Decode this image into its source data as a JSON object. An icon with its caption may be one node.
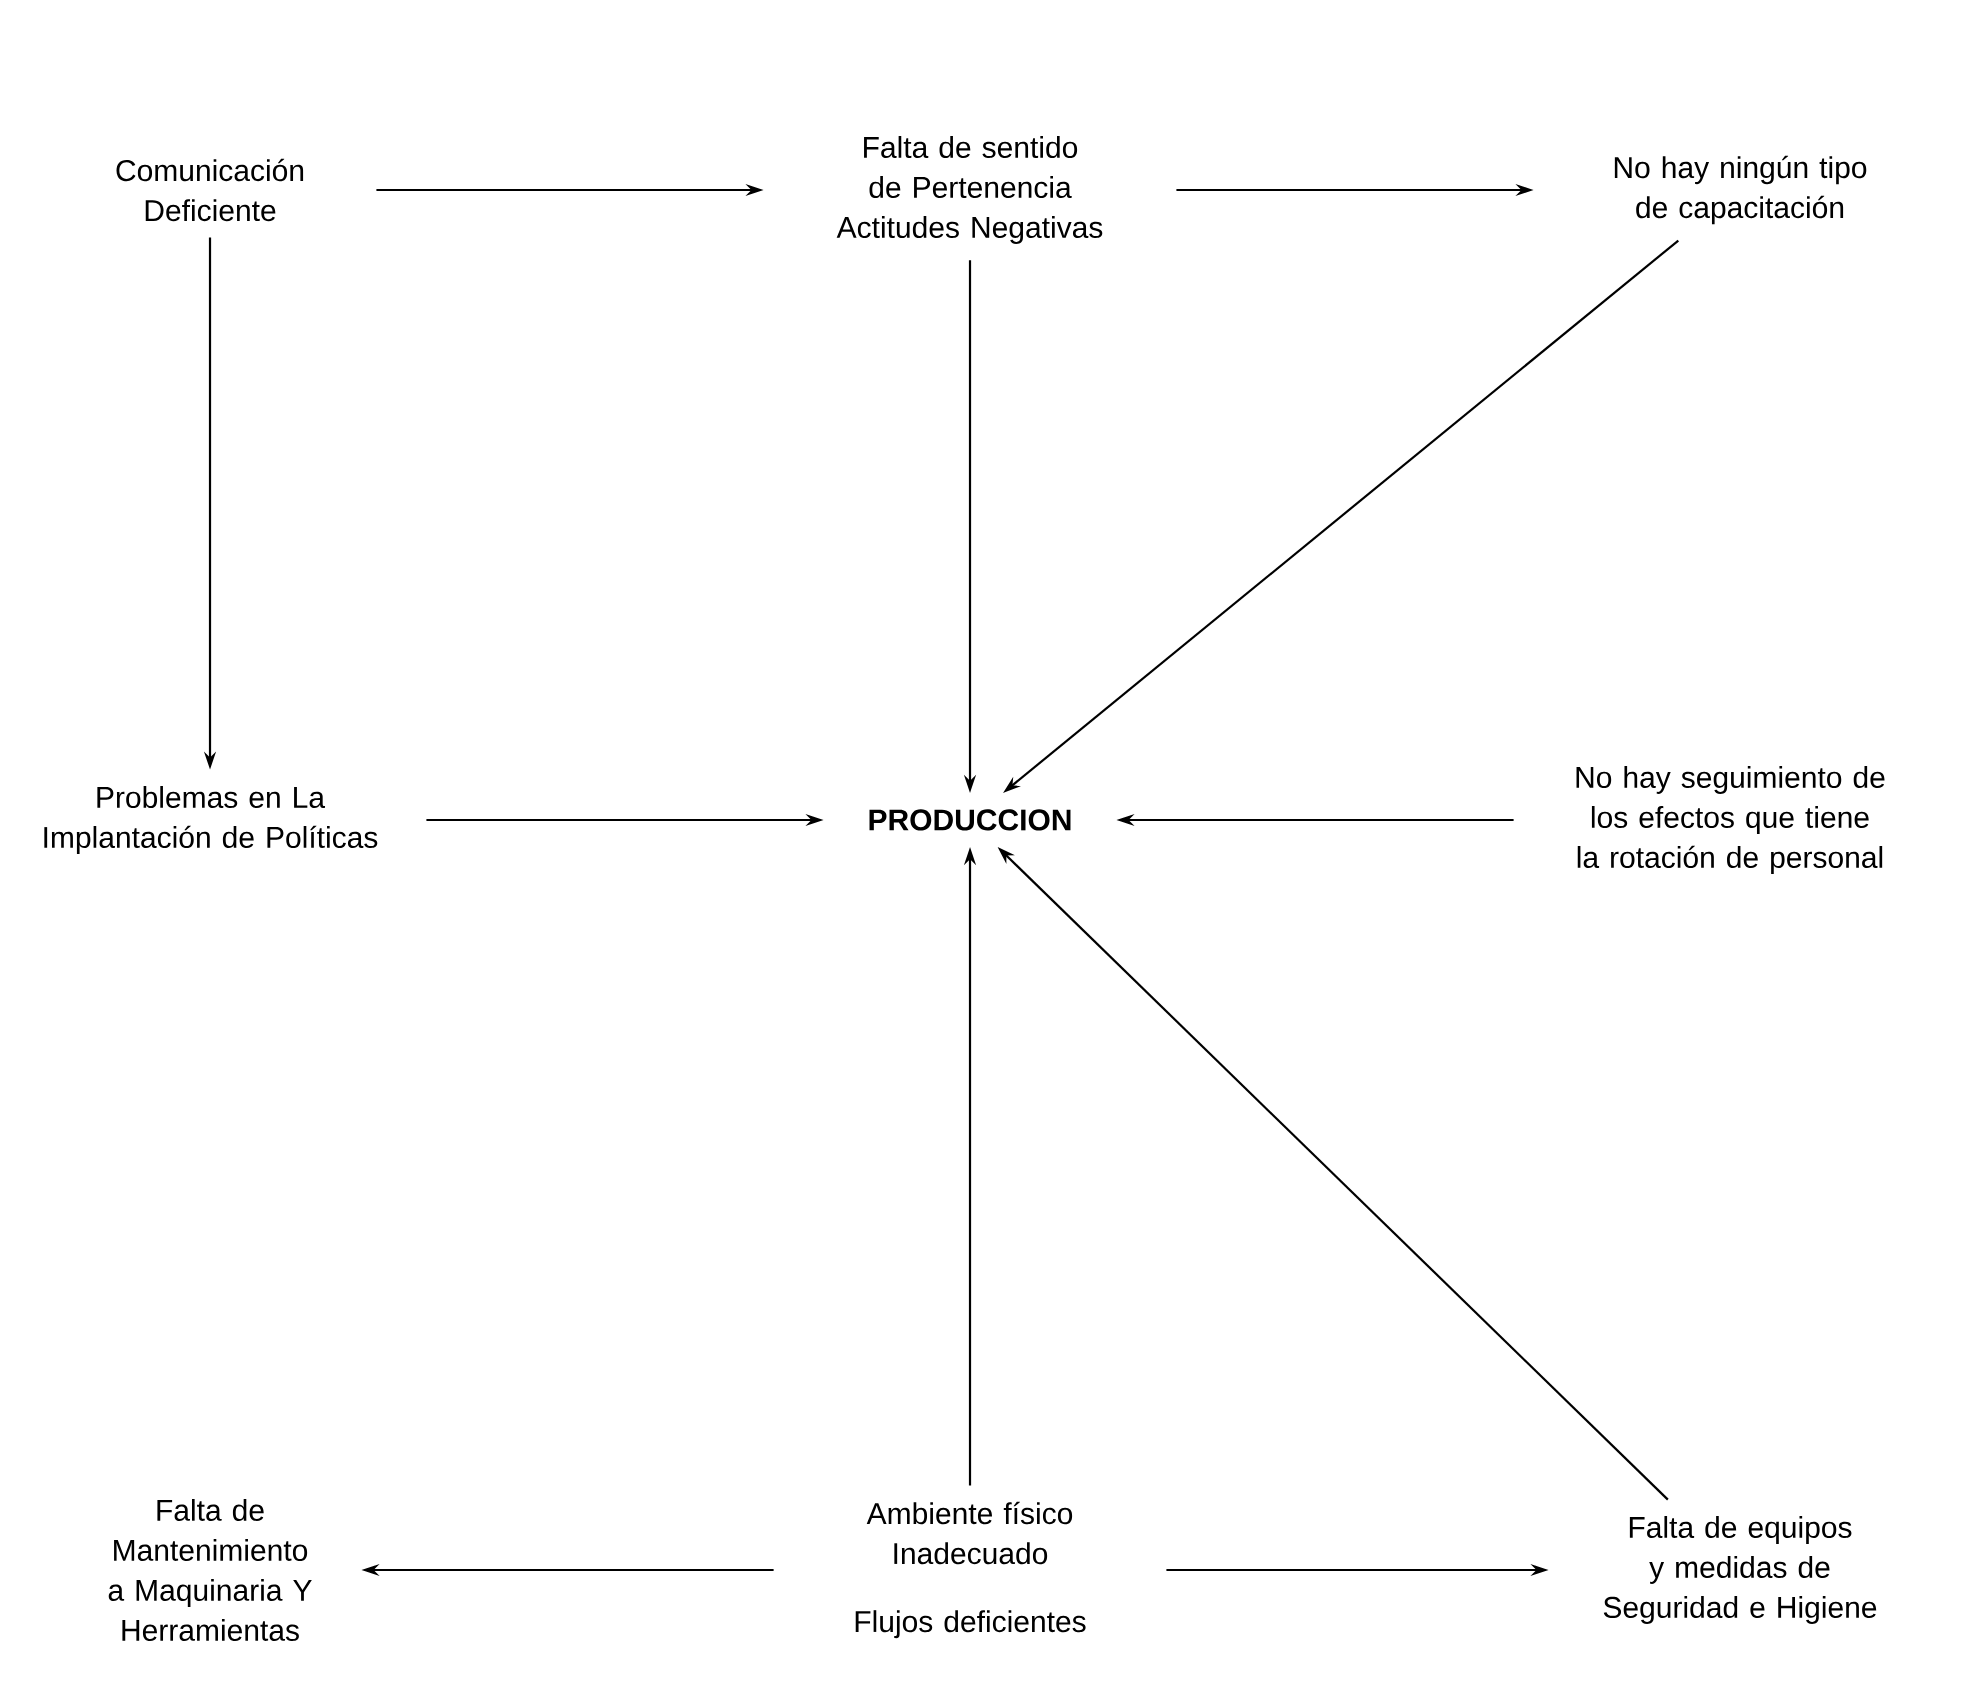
{
  "diagram": {
    "nodes": [
      {
        "text": [
          "Comunicación Deficiente"
        ]
      },
      {
        "text": [
          "Falta de sentido de Pertenencia Actitudes Negativas"
        ]
      },
      {
        "text": [
          "No hay ningún tipo de capacitación"
        ]
      },
      {
        "text": [
          "Problemas en La Implantación de Políticas"
        ]
      },
      {
        "text": [
          "PRODUCCION"
        ]
      },
      {
        "text": [
          "No hay seguimiento de los efectos que tiene la rotación de personal"
        ]
      },
      {
        "text": [
          "Falta de Mantenimiento a Maquinaria Y Herramientas"
        ]
      },
      {
        "text": [
          "Ambiente físico Inadecuado",
          "Flujos deficientes"
        ]
      },
      {
        "text": [
          "Falta de equipos y medidas de Seguridad e Higiene"
        ]
      }
    ],
    "edges": [
      {
        "from": 0,
        "to": 1,
        "arrow": "to"
      },
      {
        "from": 1,
        "to": 2,
        "arrow": "to"
      },
      {
        "from": 0,
        "to": 3,
        "arrow": "to"
      },
      {
        "from": 1,
        "to": 4,
        "arrow": "to"
      },
      {
        "from": 2,
        "to": 4,
        "arrow": "to"
      },
      {
        "from": 3,
        "to": 4,
        "arrow": "to"
      },
      {
        "from": 5,
        "to": 4,
        "arrow": "to"
      },
      {
        "from": 7,
        "to": 4,
        "arrow": "to"
      },
      {
        "from": 8,
        "to": 4,
        "arrow": "to"
      },
      {
        "from": 7,
        "to": 6,
        "arrow": "to"
      },
      {
        "from": 7,
        "to": 8,
        "arrow": "to"
      }
    ]
  }
}
